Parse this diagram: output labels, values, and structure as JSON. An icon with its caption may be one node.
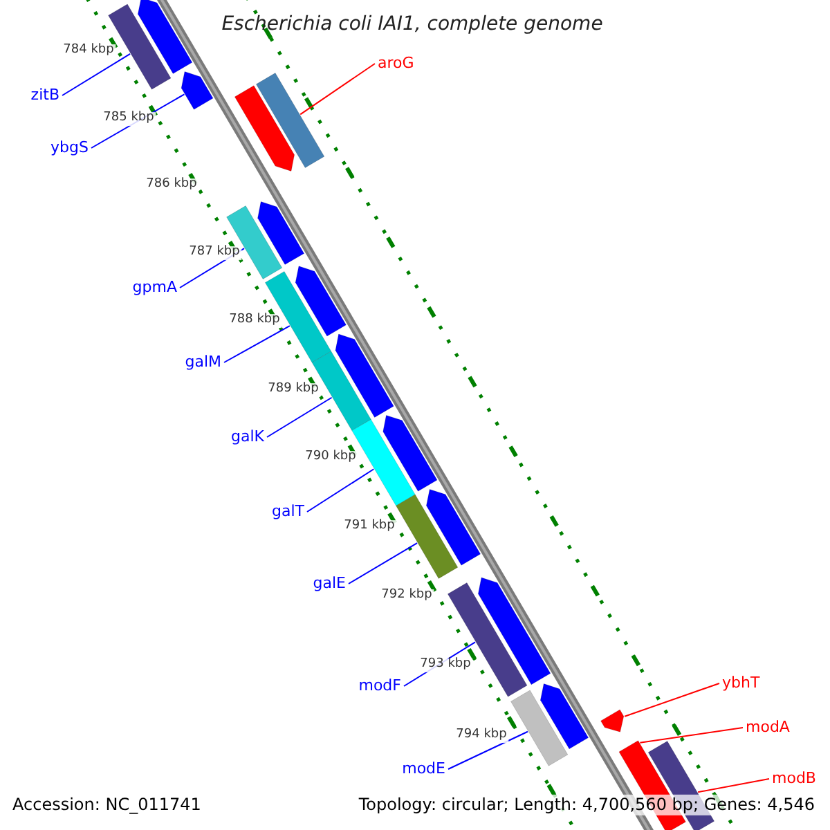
{
  "diagram": {
    "title": "Escherichia coli IAI1, complete genome",
    "nodes": [
      {
        "text": [
          "aroG"
        ]
      },
      {
        "text": [
          "zitB"
        ]
      },
      {
        "text": [
          "ybgS"
        ]
      },
      {
        "text": [
          "gpmA"
        ]
      },
      {
        "text": [
          "galM"
        ]
      },
      {
        "text": [
          "galK"
        ]
      },
      {
        "text": [
          "galT"
        ]
      },
      {
        "text": [
          "galE"
        ]
      },
      {
        "text": [
          "ybhT"
        ]
      },
      {
        "text": [
          "modF"
        ]
      },
      {
        "text": [
          "modA"
        ]
      },
      {
        "text": [
          "modE"
        ]
      },
      {
        "text": [
          "modB"
        ]
      },
      {
        "text": [],
        "shape": "bar"
      },
      {
        "text": [],
        "shape": "arrow"
      },
      {
        "text": [],
        "shape": "bar"
      },
      {
        "text": [],
        "shape": "bar"
      },
      {
        "text": [],
        "shape": "bar"
      },
      {
        "text": [],
        "shape": "bar"
      },
      {
        "text": [],
        "shape": "bar"
      },
      {
        "text": [],
        "shape": "bar"
      },
      {
        "text": [],
        "shape": "bar"
      },
      {
        "text": [],
        "shape": "bar"
      },
      {
        "text": [],
        "shape": "arrow"
      },
      {
        "text": [],
        "shape": "bar"
      },
      {
        "text": [],
        "shape": "bar"
      }
    ],
    "edges": [
      {
        "from": 0,
        "to": 15,
        "arrow": "none",
        "color": "#ff0000"
      },
      {
        "from": 1,
        "to": 13,
        "arrow": "none"
      },
      {
        "from": 2,
        "to": 14,
        "arrow": "none"
      },
      {
        "from": 3,
        "to": 16,
        "arrow": "none"
      },
      {
        "from": 4,
        "to": 17,
        "arrow": "none"
      },
      {
        "from": 5,
        "to": 18,
        "arrow": "none"
      },
      {
        "from": 6,
        "to": 19,
        "arrow": "none"
      },
      {
        "from": 7,
        "to": 20,
        "arrow": "none"
      },
      {
        "from": 8,
        "to": 23,
        "arrow": "none",
        "color": "#ff0000"
      },
      {
        "from": 9,
        "to": 21,
        "arrow": "none"
      },
      {
        "from": 10,
        "to": 24,
        "arrow": "none",
        "color": "#ff0000"
      },
      {
        "from": 11,
        "to": 22,
        "arrow": "none"
      },
      {
        "from": 12,
        "to": 25,
        "arrow": "none",
        "color": "#ff0000"
      }
    ],
    "labels": [
      "784 kbp",
      "785 kbp",
      "786 kbp",
      "787 kbp",
      "788 kbp",
      "789 kbp",
      "790 kbp",
      "791 kbp",
      "792 kbp",
      "793 kbp",
      "794 kbp",
      "Accession: NC_011741",
      "Topology: circular; Length: 4,700,560 bp; Genes: 4,546"
    ]
  }
}
